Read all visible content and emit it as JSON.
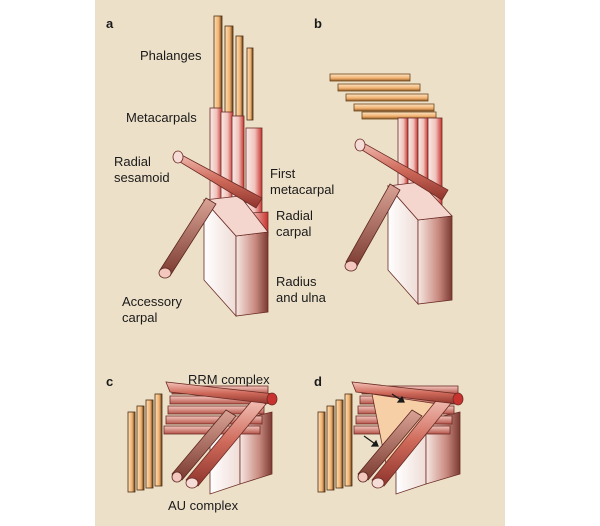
{
  "colors": {
    "background": "#ede0c8",
    "bone_red": "#d8262f",
    "bone_light": "#f6ddd8",
    "bone_shadow": "#8a3d35",
    "phalanx_orange": "#f1b06e",
    "phalanx_dark": "#5b3b18",
    "triangle_fill": "#f6cfa7"
  },
  "panels": {
    "a": {
      "letter": "a",
      "labels": {
        "phalanges": "Phalanges",
        "metacarpals": "Metacarpals",
        "radial_sesamoid_1": "Radial",
        "radial_sesamoid_2": "sesamoid",
        "first_metacarpal_1": "First",
        "first_metacarpal_2": "metacarpal",
        "radial_carpal_1": "Radial",
        "radial_carpal_2": "carpal",
        "radius_ulna_1": "Radius",
        "radius_ulna_2": "and ulna",
        "accessory_carpal_1": "Accessory",
        "accessory_carpal_2": "carpal"
      }
    },
    "b": {
      "letter": "b"
    },
    "c": {
      "letter": "c",
      "labels": {
        "rrm_complex": "RRM complex",
        "au_complex": "AU complex"
      }
    },
    "d": {
      "letter": "d"
    }
  }
}
